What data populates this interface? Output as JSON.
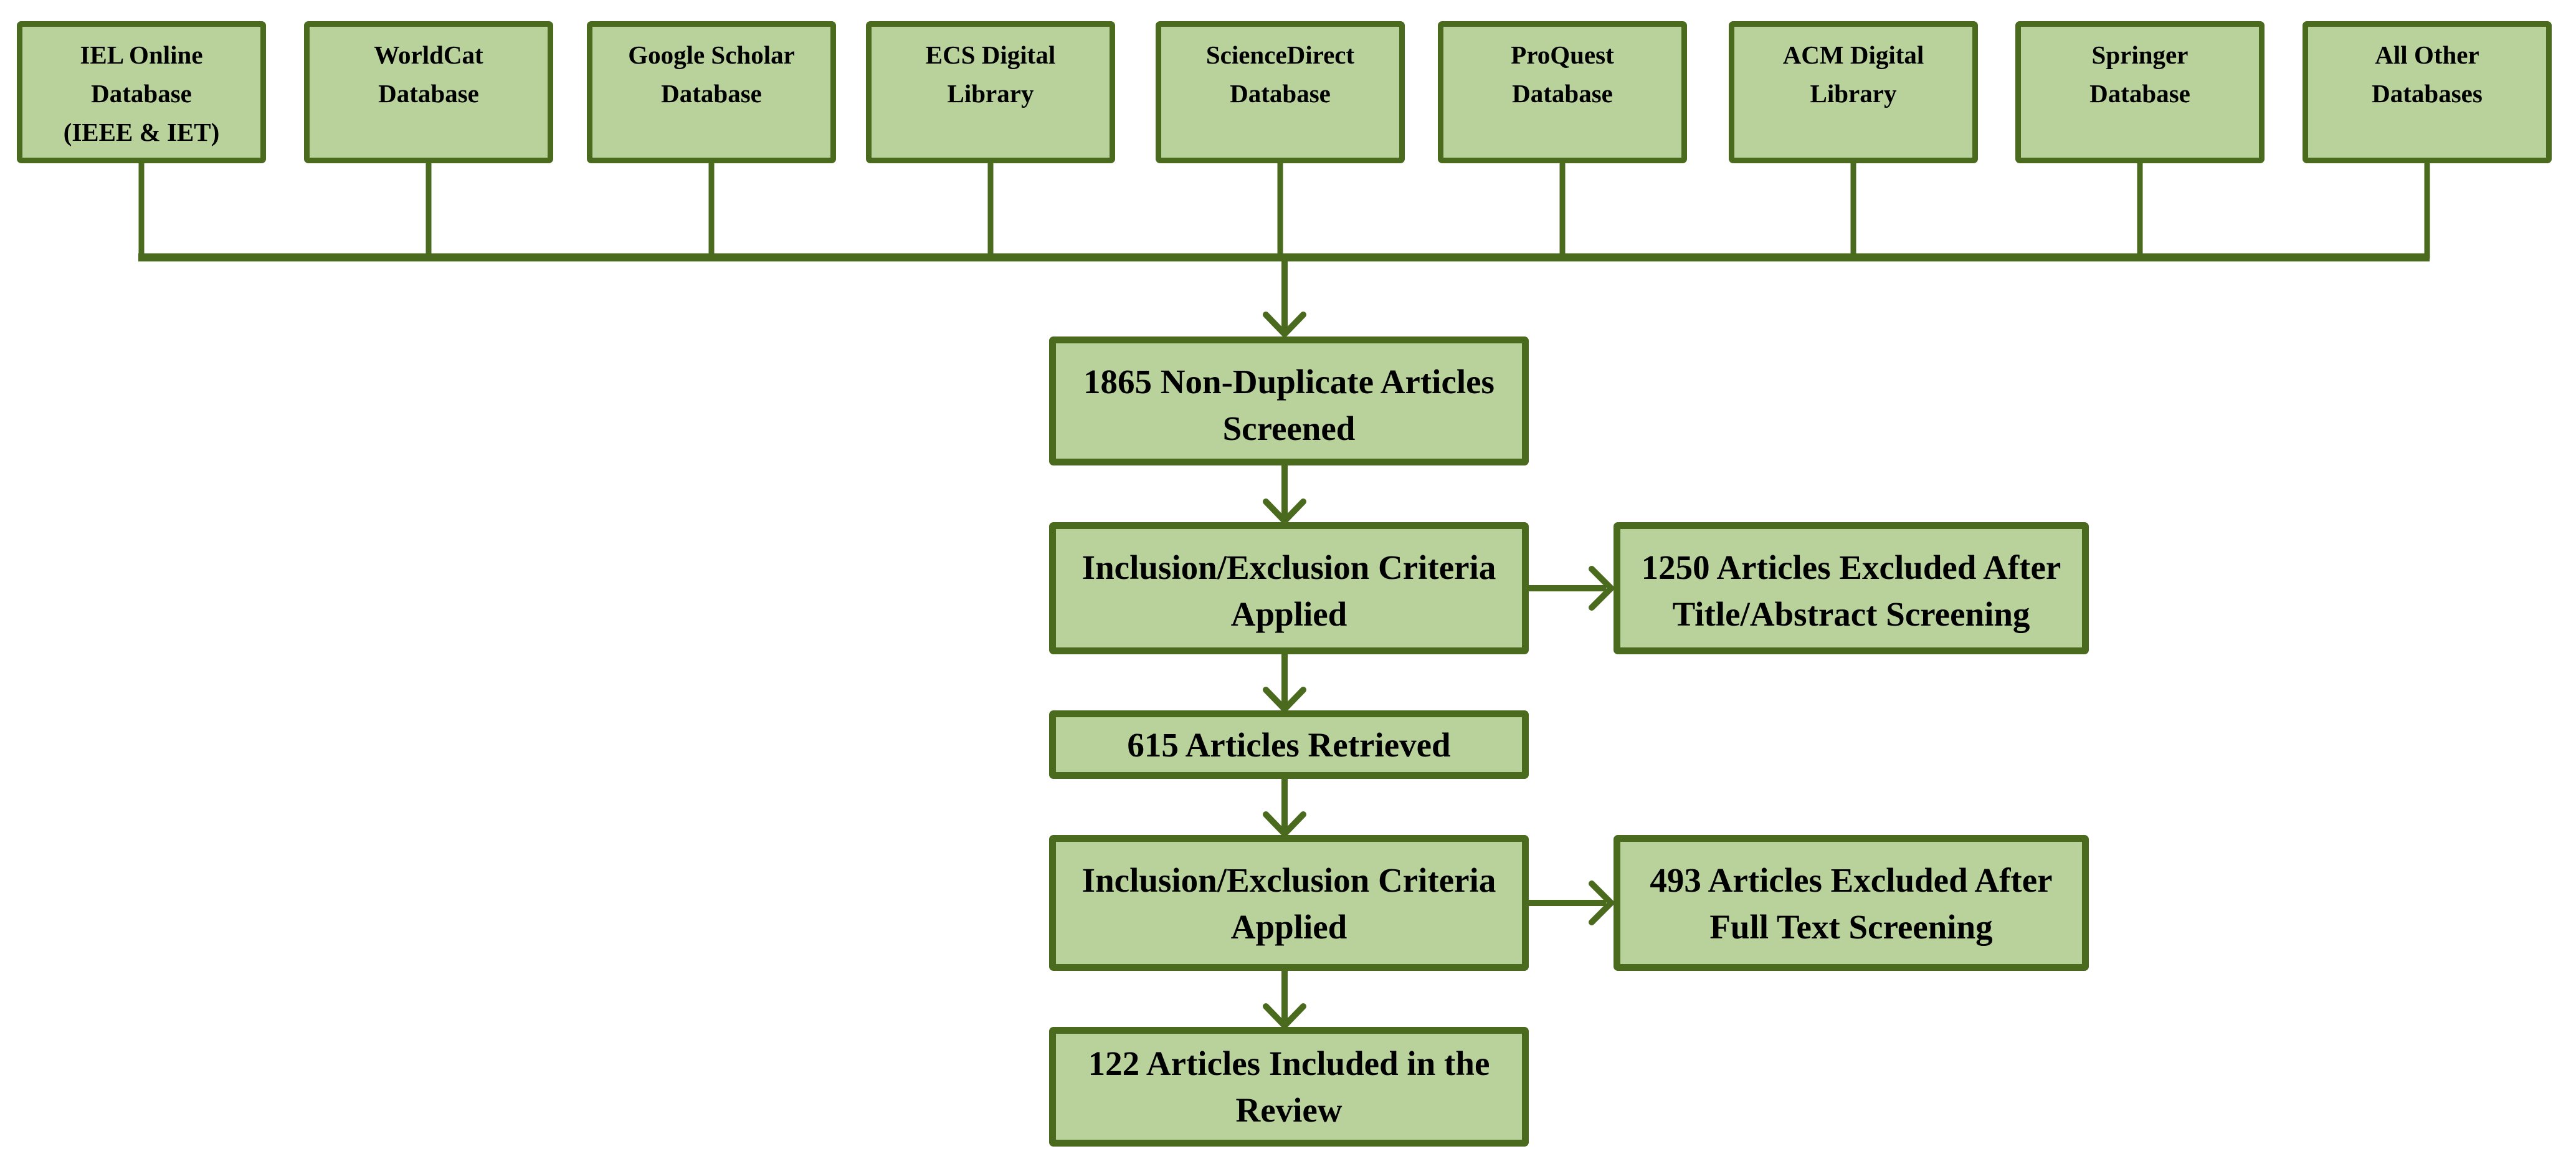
{
  "colors": {
    "background": "#ffffff",
    "box_fill": "#b9d29b",
    "box_border": "#4a6b1e",
    "connector": "#4a6b1e",
    "text": "#000000"
  },
  "sources_row": {
    "boxes": [
      {
        "label": "IEL Online\nDatabase\n(IEEE & IET)"
      },
      {
        "label": "WorldCat\nDatabase"
      },
      {
        "label": "Google Scholar\nDatabase"
      },
      {
        "label": "ECS Digital\nLibrary"
      },
      {
        "label": "ScienceDirect\nDatabase"
      },
      {
        "label": "ProQuest\nDatabase"
      },
      {
        "label": "ACM Digital\nLibrary"
      },
      {
        "label": "Springer\nDatabase"
      },
      {
        "label": "All Other\nDatabases"
      }
    ]
  },
  "flow": {
    "main": [
      {
        "label": "1865 Non-Duplicate Articles\nScreened"
      },
      {
        "label": "Inclusion/Exclusion Criteria\nApplied"
      },
      {
        "label": "615 Articles Retrieved"
      },
      {
        "label": "Inclusion/Exclusion Criteria\nApplied"
      },
      {
        "label": "122 Articles Included in the\nReview"
      }
    ],
    "exclusions": [
      {
        "label": "1250 Articles Excluded After\nTitle/Abstract Screening"
      },
      {
        "label": "493 Articles Excluded After\nFull Text Screening"
      }
    ]
  }
}
